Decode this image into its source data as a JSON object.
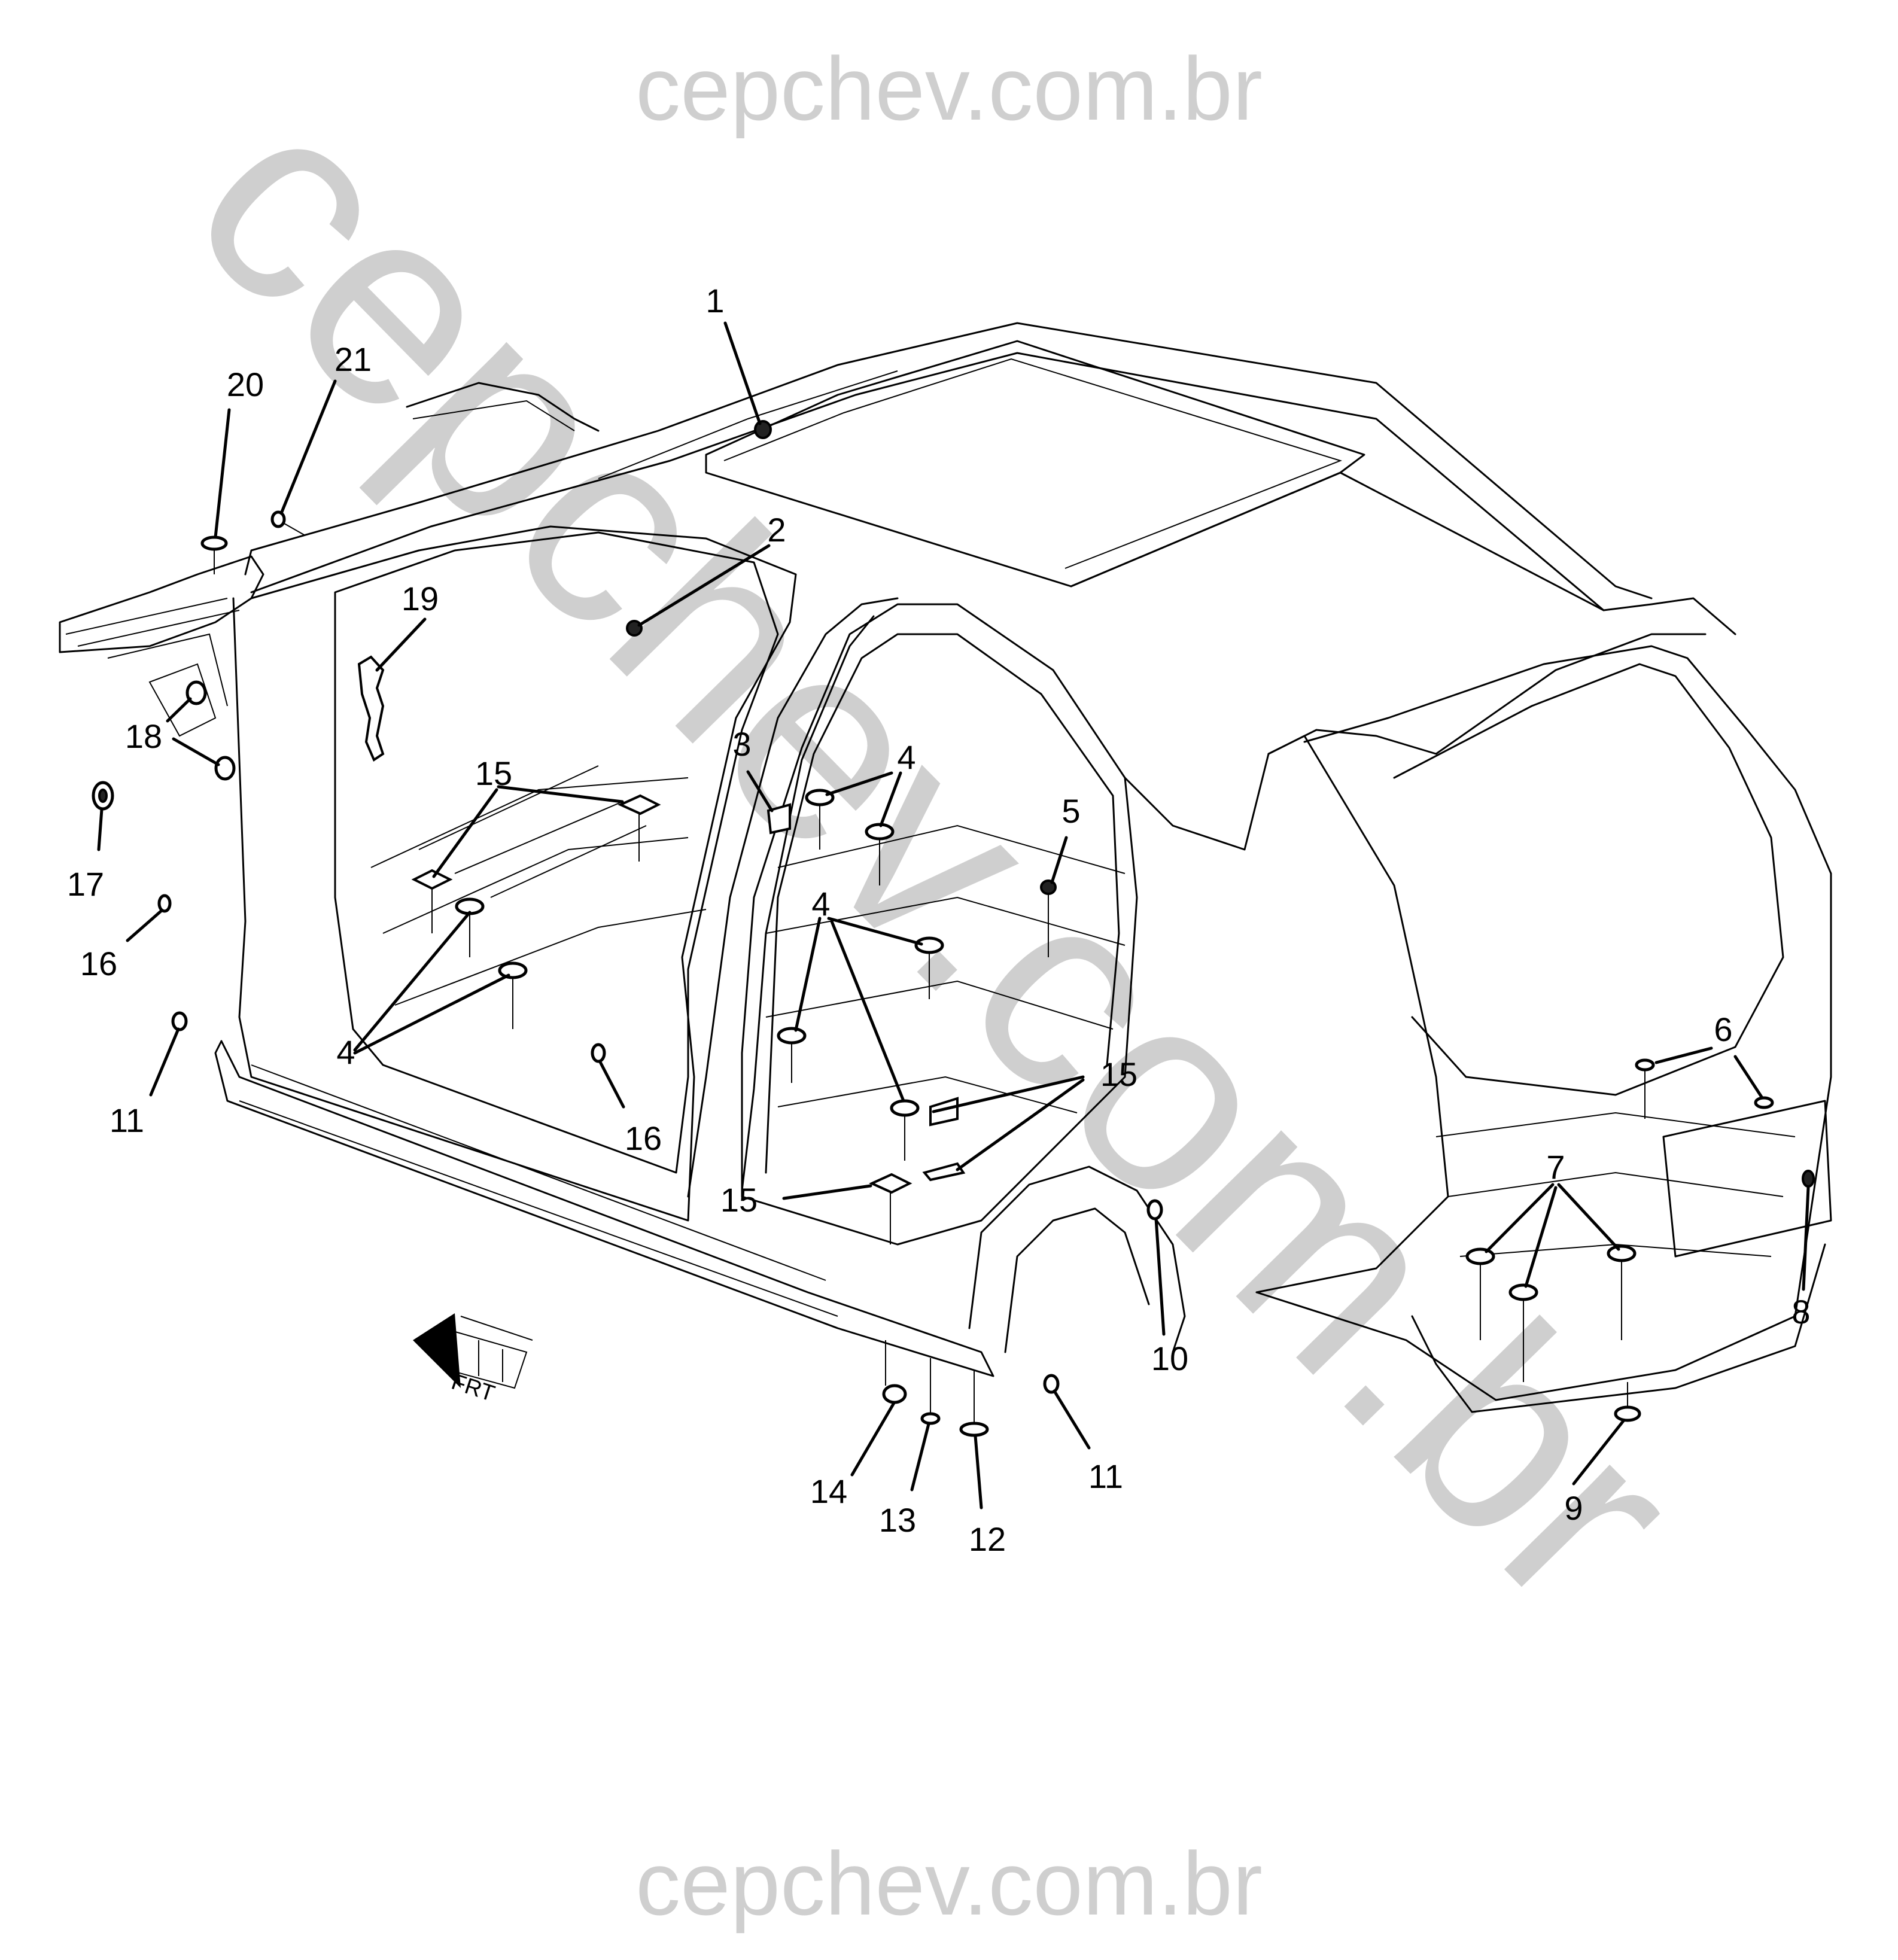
{
  "watermark": {
    "top": "cepchev.com.br",
    "bottom": "cepchev.com.br",
    "diagonal": "cepchev.com.br"
  },
  "direction_label": "FRT",
  "callouts": [
    {
      "id": "c1",
      "label": "1"
    },
    {
      "id": "c2",
      "label": "2"
    },
    {
      "id": "c3",
      "label": "3"
    },
    {
      "id": "c4a",
      "label": "4"
    },
    {
      "id": "c4b",
      "label": "4"
    },
    {
      "id": "c4c",
      "label": "4"
    },
    {
      "id": "c5",
      "label": "5"
    },
    {
      "id": "c6",
      "label": "6"
    },
    {
      "id": "c7",
      "label": "7"
    },
    {
      "id": "c8",
      "label": "8"
    },
    {
      "id": "c9",
      "label": "9"
    },
    {
      "id": "c10",
      "label": "10"
    },
    {
      "id": "c11a",
      "label": "11"
    },
    {
      "id": "c11b",
      "label": "11"
    },
    {
      "id": "c12",
      "label": "12"
    },
    {
      "id": "c13",
      "label": "13"
    },
    {
      "id": "c14",
      "label": "14"
    },
    {
      "id": "c15a",
      "label": "15"
    },
    {
      "id": "c15b",
      "label": "15"
    },
    {
      "id": "c15c",
      "label": "15"
    },
    {
      "id": "c16a",
      "label": "16"
    },
    {
      "id": "c16b",
      "label": "16"
    },
    {
      "id": "c17",
      "label": "17"
    },
    {
      "id": "c18",
      "label": "18"
    },
    {
      "id": "c19",
      "label": "19"
    },
    {
      "id": "c20",
      "label": "20"
    },
    {
      "id": "c21",
      "label": "21"
    }
  ]
}
